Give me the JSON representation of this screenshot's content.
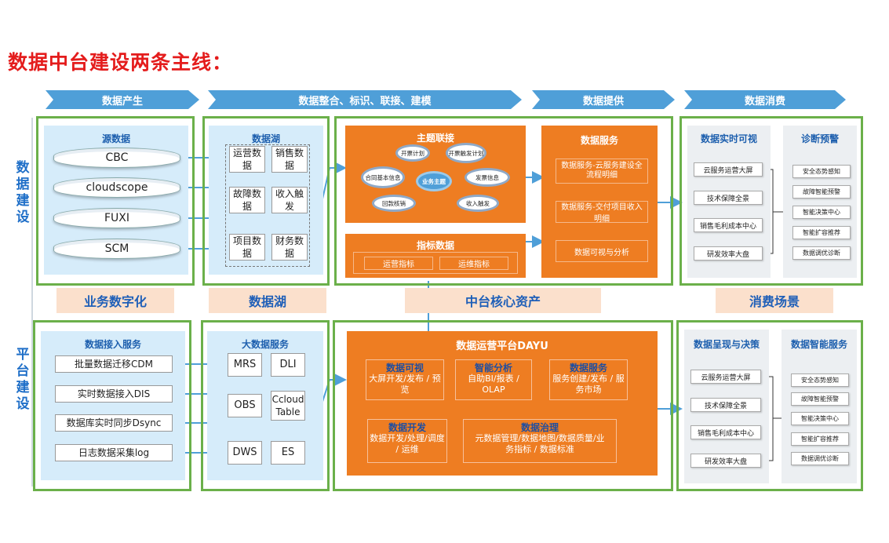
{
  "title": "数据中台建设两条主线：",
  "stages": [
    "数据产生",
    "数据整合、标识、联接、建模",
    "数据提供",
    "数据消费"
  ],
  "rows": {
    "top": "数据建设",
    "bottom": "平台建设"
  },
  "bands": [
    "业务数字化",
    "数据湖",
    "中台核心资产",
    "消费场景"
  ],
  "top": {
    "source": {
      "title": "源数据",
      "items": [
        "CBC",
        "cloudscope",
        "FUXI",
        "SCM"
      ]
    },
    "lake": {
      "title": "数据湖",
      "cells": [
        "运营数据",
        "销售数据",
        "故障数据",
        "收入触发",
        "项目数据",
        "财务数据"
      ]
    },
    "topic": {
      "title": "主题联接",
      "center": "业务主题",
      "items": [
        "开票计划",
        "开票触发计划",
        "合同基本信息",
        "发票信息",
        "回款核销",
        "收入触发"
      ]
    },
    "metric": {
      "title": "指标数据",
      "items": [
        "运营指标",
        "运维指标"
      ]
    },
    "service": {
      "title": "数据服务",
      "items": [
        "数据服务-云服务建设全流程明细",
        "数据服务-交付项目收入明细",
        "数据可视与分析"
      ]
    },
    "realtime": {
      "title": "数据实时可视",
      "items": [
        "云服务运营大屏",
        "技术保障全景",
        "销售毛利成本中心",
        "研发效率大盘"
      ]
    },
    "diag": {
      "title": "诊断预警",
      "items": [
        "安全态势感知",
        "故障智能预警",
        "智能决策中心",
        "智能扩容推荐",
        "数据调优诊断"
      ]
    }
  },
  "bottom": {
    "ingest": {
      "title": "数据接入服务",
      "items": [
        "批量数据迁移CDM",
        "实时数据接入DIS",
        "数据库实时同步Dsync",
        "日志数据采集log"
      ]
    },
    "bigdata": {
      "title": "大数据服务",
      "cells": [
        "MRS",
        "DLI",
        "OBS",
        "Ccloud Table",
        "DWS",
        "ES"
      ]
    },
    "dayu": {
      "title": "数据运营平台DAYU",
      "boxes": [
        {
          "head": "数据可视",
          "body": "大屏开发/发布 / 预览"
        },
        {
          "head": "智能分析",
          "body": "自助BI/报表 / OLAP"
        },
        {
          "head": "数据服务",
          "body": "服务创建/发布 / 服务市场"
        },
        {
          "head": "数据开发",
          "body": "数据开发/处理/调度 / 运维"
        },
        {
          "head": "数据治理",
          "body": "元数据管理/数据地图/数据质量/业务指标 / 数据标准"
        }
      ]
    },
    "present": {
      "title": "数据呈现与决策",
      "items": [
        "云服务运营大屏",
        "技术保障全景",
        "销售毛利成本中心",
        "研发效率大盘"
      ]
    },
    "smart": {
      "title": "数据智能服务",
      "items": [
        "安全态势感知",
        "故障智能预警",
        "智能决策中心",
        "智能扩容推荐",
        "数据调优诊断"
      ]
    }
  }
}
